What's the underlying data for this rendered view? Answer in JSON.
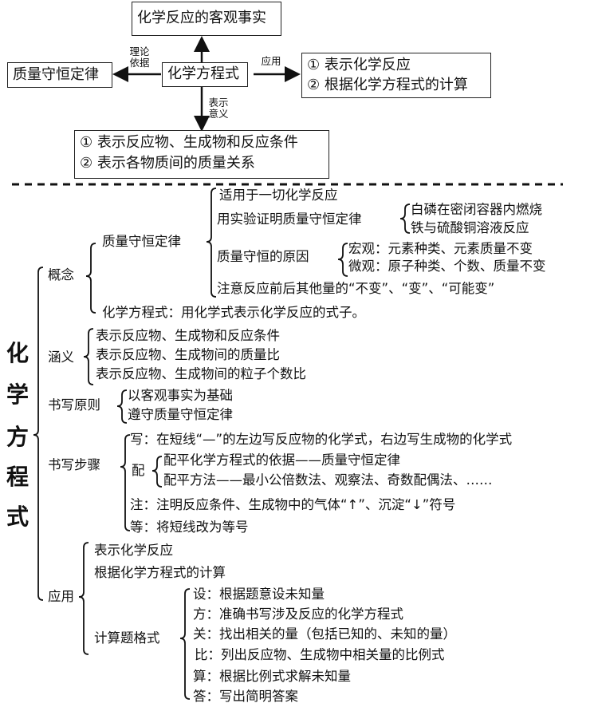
{
  "top": {
    "fact_box": "化学反应的客观事实",
    "center_box": "化学方程式",
    "left_box": "质量守恒定律",
    "left_label": [
      "理论",
      "依据"
    ],
    "right_label": "应用",
    "right_box": [
      "① 表示化学反应",
      "② 根据化学方程式的计算"
    ],
    "down_label": [
      "表示",
      "意义"
    ],
    "bottom_box": [
      "① 表示反应物、生成物和反应条件",
      "② 表示各物质间的质量关系"
    ]
  },
  "main": {
    "title_chars": [
      "化",
      "学",
      "方",
      "程",
      "式"
    ],
    "concept": {
      "label": "概念",
      "law": "质量守恒定律",
      "law_items": {
        "applies": "适用于一切化学反应",
        "experiment": "用实验证明质量守恒定律",
        "experiment_items": [
          "白磷在密闭容器内燃烧",
          "铁与硫酸铜溶液反应"
        ],
        "reason": "质量守恒的原因",
        "reason_items": [
          "宏观：元素种类、元素质量不变",
          "微观：原子种类、个数、质量不变"
        ],
        "note": "注意反应前后其他量的“不变”、“变”、“可能变”"
      },
      "equation_def": "化学方程式：用化学式表示化学反应的式子。"
    },
    "meaning": {
      "label": "涵义",
      "items": [
        "表示反应物、生成物和反应条件",
        "表示反应物、生成物间的质量比",
        "表示反应物、生成物间的粒子个数比"
      ]
    },
    "principle": {
      "label": "书写原则",
      "items": [
        "以客观事实为基础",
        "遵守质量守恒定律"
      ]
    },
    "steps": {
      "label": "书写步骤",
      "write": "写：在短线“—”的左边写反应物的化学式，右边写生成物的化学式",
      "balance_label": "配",
      "balance_items": [
        "配平化学方程式的依据——质量守恒定律",
        "配平方法——最小公倍数法、观察法、奇数配偶法、……"
      ],
      "note": "注：注明反应条件、生成物中的气体“↑”、沉淀“↓”符号",
      "equal": "等：将短线改为等号"
    },
    "application": {
      "label": "应用",
      "items": [
        "表示化学反应",
        "根据化学方程式的计算"
      ],
      "calc_label": "计算题格式",
      "calc_items": [
        "设：根据题意设未知量",
        "方：准确书写涉及反应的化学方程式",
        "关：找出相关的量（包括已知的、未知的量）",
        "比：列出反应物、生成物中相关量的比例式",
        "算：根据比例式求解未知量",
        "答：写出简明答案"
      ]
    }
  }
}
